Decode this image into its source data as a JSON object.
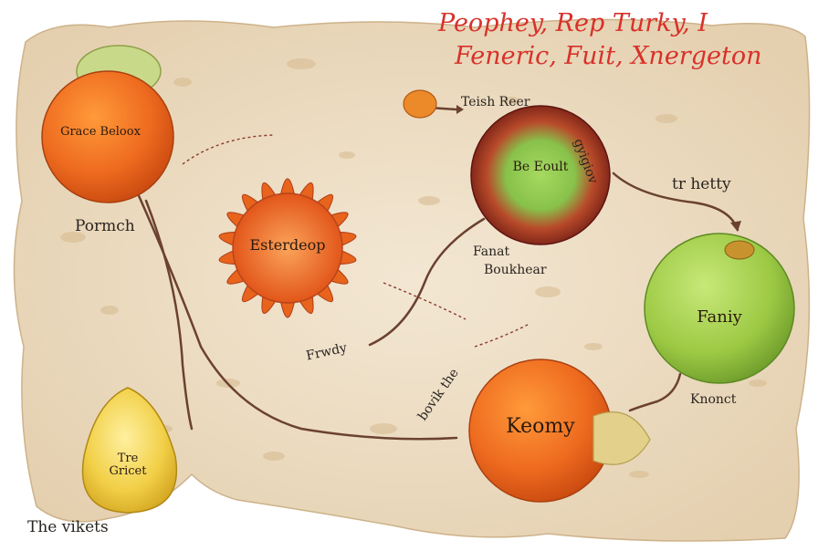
{
  "title": {
    "line1": "Peophey, Rep Turky, I",
    "line2": "Feneric, Fuit, Xnergeton"
  },
  "fruits": {
    "grace": "Grace Beloox",
    "sun": "Esterdeop",
    "beeoult": "Be Eoult",
    "fanily": "Faniy",
    "keomy": "Keomy",
    "gricet": "Tre Gricet"
  },
  "labels": {
    "pormth": "Pormch",
    "teish": "Teish Reer",
    "vertical": "gyigiov",
    "trhetty": "tr hetty",
    "fanat": "Fanat",
    "boukhear": "Boukhear",
    "frwdy": "Frwdy",
    "bovik": "bovik the",
    "knonct": "Knonct",
    "vikets": "The vikets"
  },
  "colors": {
    "title": "#d8312a",
    "parchment": "#ecdcc4",
    "stem": "#6b4130",
    "orange": "#ee6b1f",
    "green": "#9cc944",
    "yellow": "#f1cf46"
  }
}
